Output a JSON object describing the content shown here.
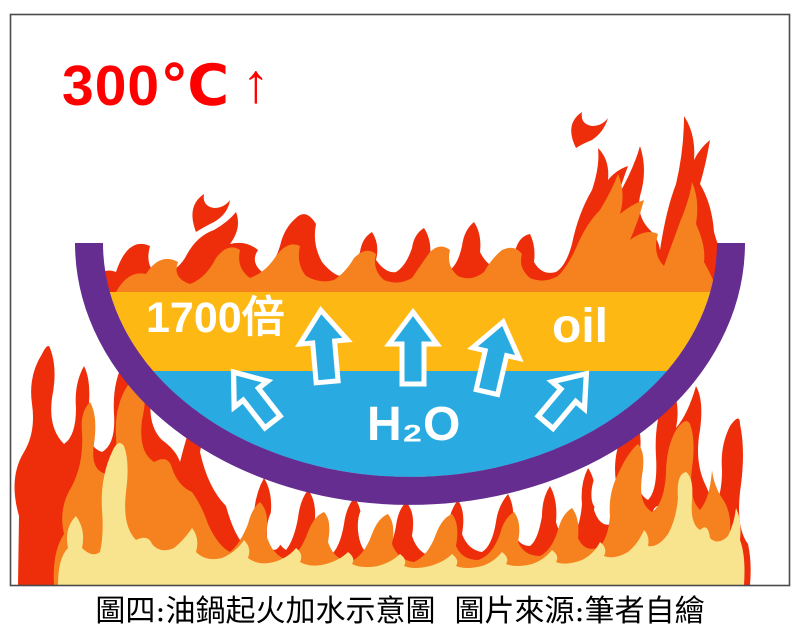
{
  "diagram": {
    "temperature_label": "300℃",
    "rising_arrow": "↑",
    "expansion_label": "1700倍",
    "oil_label": "oil",
    "water_label": "H₂O",
    "caption": "圖四:油鍋起火加水示意圖  圖片來源:筆者自繪",
    "colors": {
      "flame_red": "#EE2E0B",
      "flame_orange": "#F5821F",
      "flame_yellow": "#F8E38F",
      "oil_gold": "#FDB813",
      "water_blue": "#29ABE2",
      "pot_purple": "#662D91",
      "temperature_red": "#FF0000",
      "frame_gray": "#4B4B4B",
      "arrow_outline_white": "#FFFFFF"
    }
  }
}
